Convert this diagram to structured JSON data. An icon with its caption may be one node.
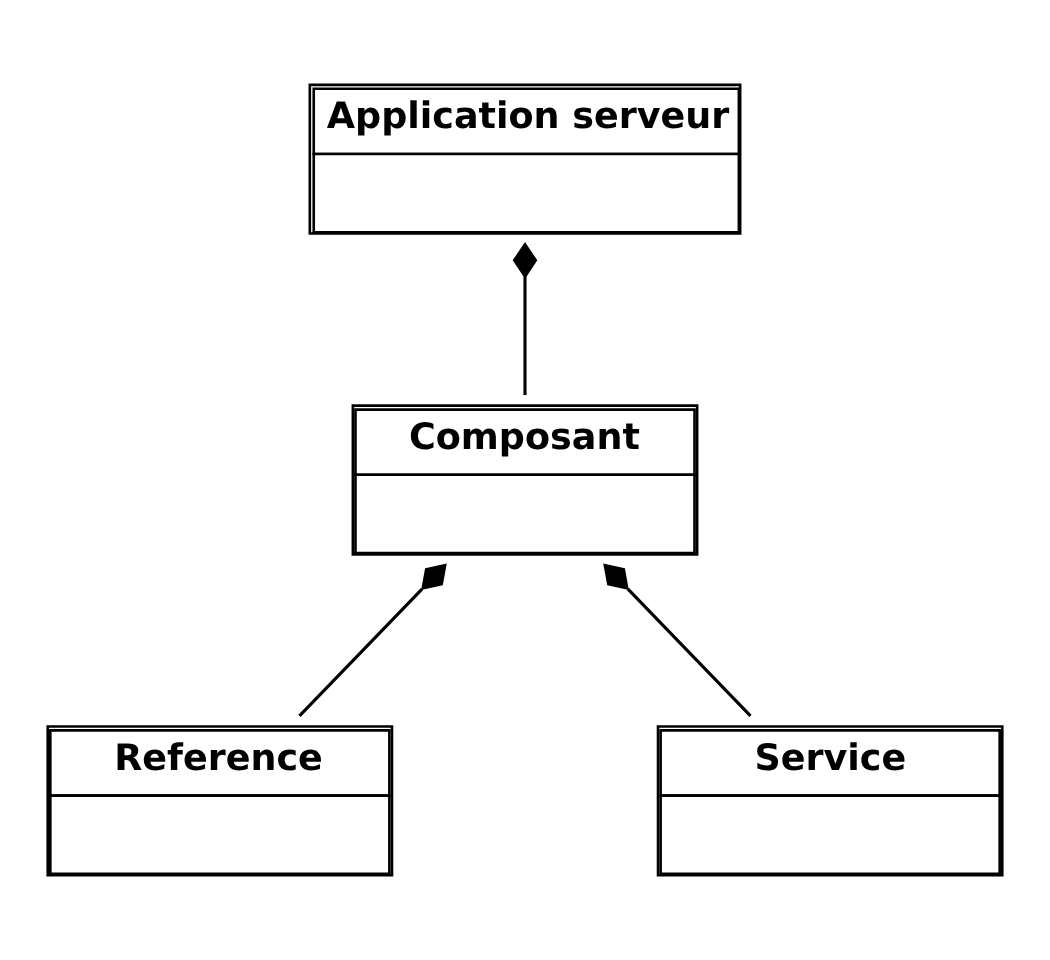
{
  "diagram": {
    "nodes": [
      {
        "text": [
          "Application serveur"
        ]
      },
      {
        "text": [
          "Composant"
        ]
      },
      {
        "text": [
          "Reference"
        ]
      },
      {
        "text": [
          "Service"
        ]
      }
    ],
    "edges": [
      {
        "from": 0,
        "to": 1,
        "arrow": "other"
      },
      {
        "from": 1,
        "to": 2,
        "arrow": "other"
      },
      {
        "from": 1,
        "to": 3,
        "arrow": "other"
      }
    ]
  }
}
